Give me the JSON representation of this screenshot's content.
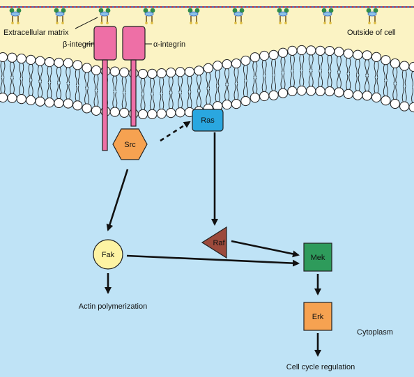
{
  "labels": {
    "extracellular_matrix": "Extracellular matrix",
    "outside_of_cell": "Outside of cell",
    "beta_integrin": "β-integrin",
    "alpha_integrin": "α-integrin",
    "cytoplasm": "Cytoplasm"
  },
  "nodes": {
    "src": "Src",
    "ras": "Ras",
    "fak": "Fak",
    "raf": "Raf",
    "mek": "Mek",
    "erk": "Erk"
  },
  "outcomes": {
    "actin": "Actin polymerization",
    "cell_cycle": "Cell cycle regulation"
  },
  "edges": [
    {
      "from": "Src",
      "to": "Ras",
      "style": "dashed"
    },
    {
      "from": "Src",
      "to": "Fak",
      "style": "solid"
    },
    {
      "from": "Ras",
      "to": "Raf",
      "style": "solid"
    },
    {
      "from": "Raf",
      "to": "Mek",
      "style": "solid"
    },
    {
      "from": "Fak",
      "to": "Mek",
      "style": "solid"
    },
    {
      "from": "Fak",
      "to": "Actin polymerization",
      "style": "solid"
    },
    {
      "from": "Mek",
      "to": "Erk",
      "style": "solid"
    },
    {
      "from": "Erk",
      "to": "Cell cycle regulation",
      "style": "solid"
    }
  ],
  "colors": {
    "extracellular": "#fbf3c4",
    "cytoplasm": "#bfe3f6",
    "integrin": "#ee6fa6",
    "src": "#f6a251",
    "ras": "#2aa7e0",
    "fak": "#fdf3a3",
    "raf": "#9c4a3c",
    "mek": "#2e9b5b",
    "erk": "#f6a251",
    "matrix_line": "#c4262e",
    "matrix_dots": "#3a63b8"
  }
}
